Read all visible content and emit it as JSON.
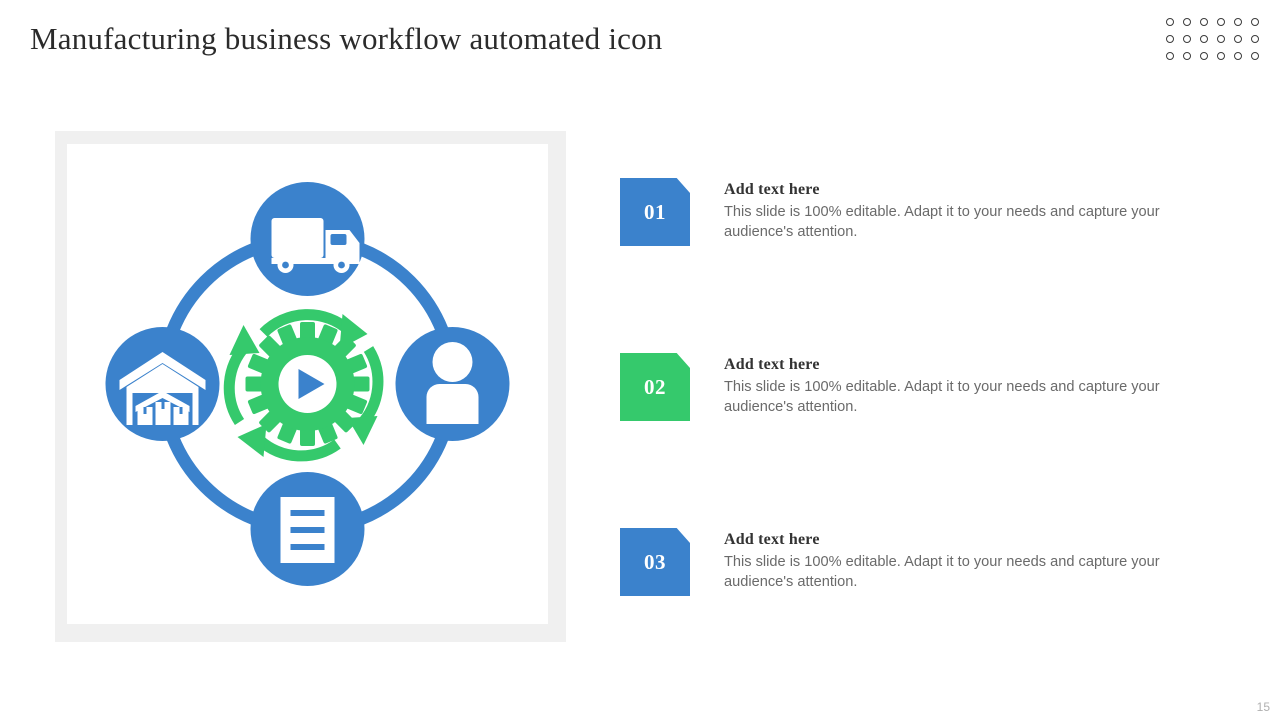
{
  "slide": {
    "title": "Manufacturing business workflow automated icon",
    "page_number": "15"
  },
  "decor": {
    "dot_grid": {
      "icon": "dot-grid-decoration",
      "columns": 6,
      "rows": 3,
      "color": "#3c3c3c"
    }
  },
  "graphic": {
    "name": "workflow-automation-diagram",
    "frame_color": "#f0f0f0",
    "ring_color": "#3b82cc",
    "accent_color": "#35c96c",
    "play_color": "#3b82cc",
    "nodes": [
      {
        "position": "top",
        "icon": "delivery-truck-icon",
        "color": "#3b82cc"
      },
      {
        "position": "right",
        "icon": "person-user-icon",
        "color": "#3b82cc"
      },
      {
        "position": "bottom",
        "icon": "document-lines-icon",
        "color": "#3b82cc"
      },
      {
        "position": "left",
        "icon": "warehouse-icon",
        "color": "#3b82cc"
      }
    ],
    "center": {
      "icon": "gear-play-icon",
      "gear_color": "#35c96c",
      "play_color": "#3b82cc"
    },
    "cycle_arrows": {
      "icon": "circular-arrows-icon",
      "color": "#35c96c",
      "count": 4,
      "direction": "clockwise"
    }
  },
  "content": {
    "items": [
      {
        "number": "01",
        "color": "#3b82cc",
        "heading": "Add text here",
        "body": "This slide is 100% editable. Adapt it to your needs and capture your audience's attention."
      },
      {
        "number": "02",
        "color": "#35c96c",
        "heading": "Add text here",
        "body": "This slide is 100% editable. Adapt it to your needs and capture your audience's attention."
      },
      {
        "number": "03",
        "color": "#3b82cc",
        "heading": "Add text here",
        "body": "This slide is 100% editable. Adapt it to your needs and capture your audience's attention."
      }
    ]
  }
}
